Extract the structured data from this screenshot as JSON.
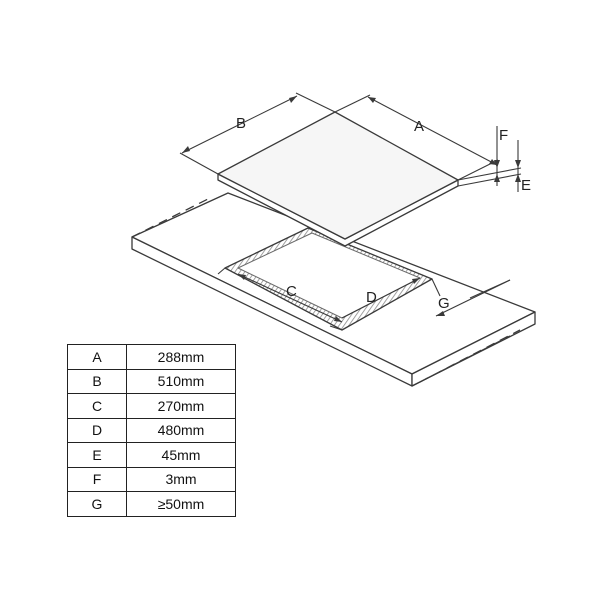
{
  "diagram": {
    "labels": {
      "a": "A",
      "b": "B",
      "c": "C",
      "d": "D",
      "e": "E",
      "f": "F",
      "g": "G"
    },
    "colors": {
      "line": "#3a3a3a",
      "hob_top": "#f4f4f4",
      "counter_top": "#ffffff",
      "cutout_hatch": "#9a9a9a"
    }
  },
  "table": {
    "rows": [
      {
        "key": "A",
        "value": "288mm"
      },
      {
        "key": "B",
        "value": "510mm"
      },
      {
        "key": "C",
        "value": "270mm"
      },
      {
        "key": "D",
        "value": "480mm"
      },
      {
        "key": "E",
        "value": "45mm"
      },
      {
        "key": "F",
        "value": "3mm"
      },
      {
        "key": "G",
        "value": "≥50mm"
      }
    ]
  }
}
